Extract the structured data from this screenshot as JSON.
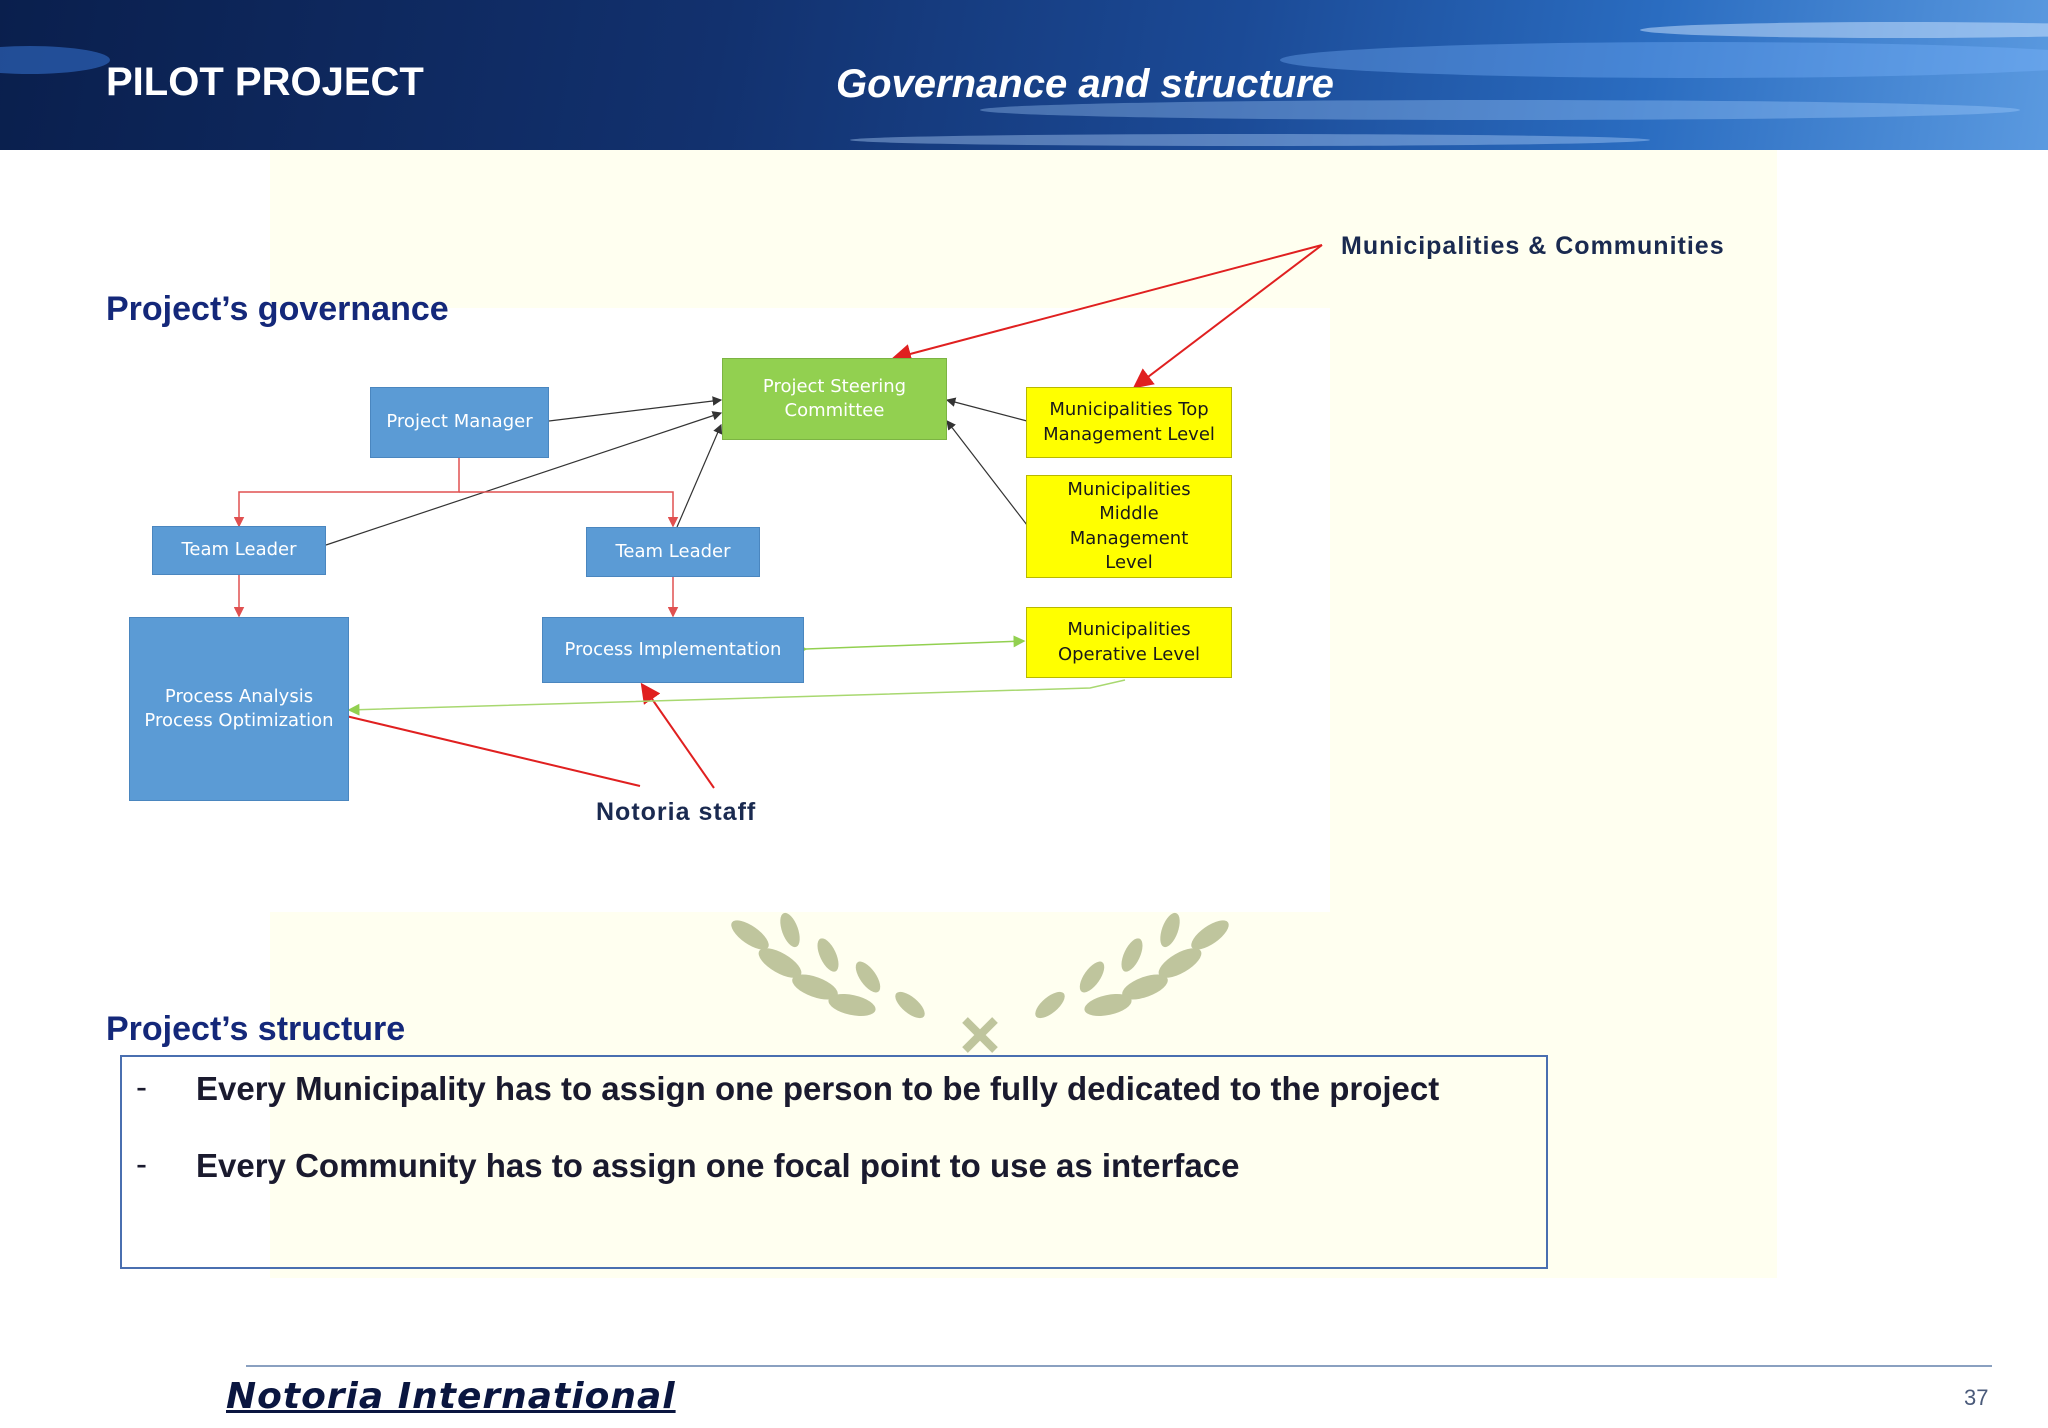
{
  "header": {
    "left_title": "PILOT PROJECT",
    "right_title": "Governance and structure"
  },
  "governance": {
    "title": "Project’s governance",
    "annotation_top": "Municipalities & Communities",
    "annotation_bottom": "Notoria staff",
    "boxes": {
      "project_manager": "Project Manager",
      "steering_committee": "Project Steering Committee",
      "team_leader_left": "Team Leader",
      "team_leader_right": "Team Leader",
      "process_analysis": "Process Analysis Process Optimization",
      "process_implementation": "Process Implementation",
      "muni_top": "Municipalities Top Management Level",
      "muni_middle": "Municipalities Middle Management Level",
      "muni_operative": "Municipalities Operative Level"
    }
  },
  "structure": {
    "title": "Project’s structure",
    "items": [
      "Every Municipality has to assign  one person to be fully dedicated to the project",
      "Every Community has to assign one focal point to use as interface"
    ],
    "bullet_marker": "-"
  },
  "footer": {
    "company": "Notoria International",
    "page_number": "37"
  },
  "colors": {
    "header_dark": "#0a1f4d",
    "title_blue": "#14287a",
    "box_blue": "#5b9bd5",
    "box_green": "#92d050",
    "box_yellow": "#ffff00",
    "arrow_red": "#e02020"
  }
}
